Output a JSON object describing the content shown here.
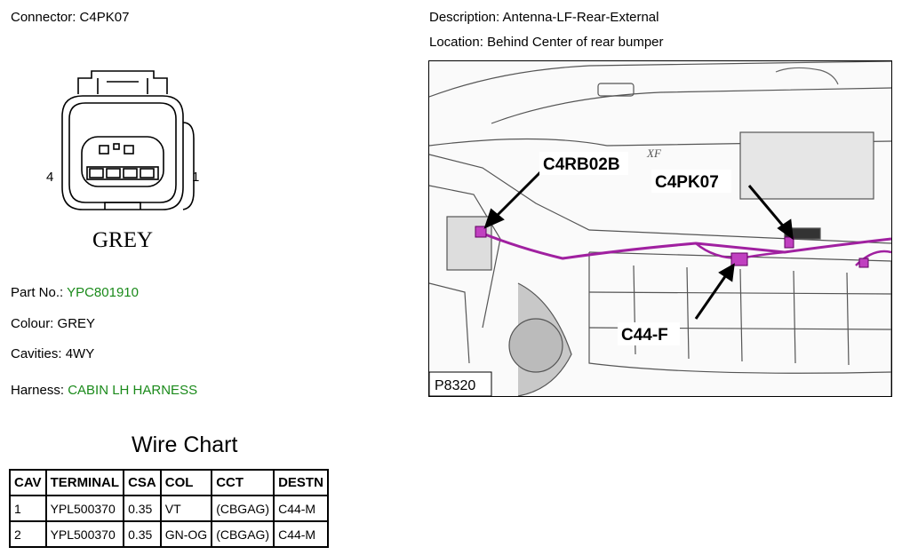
{
  "connector": {
    "label": "Connector:",
    "value": "C4PK07"
  },
  "description": {
    "label": "Description:",
    "value": "Antenna-LF-Rear-External"
  },
  "location": {
    "label": "Location:",
    "value": "Behind Center of rear bumper"
  },
  "drawing": {
    "pin_left": "4",
    "pin_right": "1",
    "colour_text": "GREY"
  },
  "part_no": {
    "label": "Part No.:",
    "value": "YPC801910"
  },
  "colour": {
    "label": "Colour:",
    "value": "GREY"
  },
  "cavities": {
    "label": "Cavities:",
    "value": "4WY"
  },
  "harness": {
    "label": "Harness:",
    "value": "CABIN LH HARNESS"
  },
  "wire_chart": {
    "title": "Wire Chart",
    "headers": [
      "CAV",
      "TERMINAL",
      "CSA",
      "COL",
      "CCT",
      "DESTN"
    ],
    "rows": [
      [
        "1",
        "YPL500370",
        "0.35",
        "VT",
        "(CBGAG)",
        "C44-M"
      ],
      [
        "2",
        "YPL500370",
        "0.35",
        "GN-OG",
        "(CBGAG)",
        "C44-M"
      ]
    ]
  },
  "figure": {
    "callouts": [
      "C4RB02B",
      "C4PK07",
      "C44-F"
    ],
    "code": "P8320",
    "badge": "XF",
    "harness_color": "#a020a0"
  }
}
